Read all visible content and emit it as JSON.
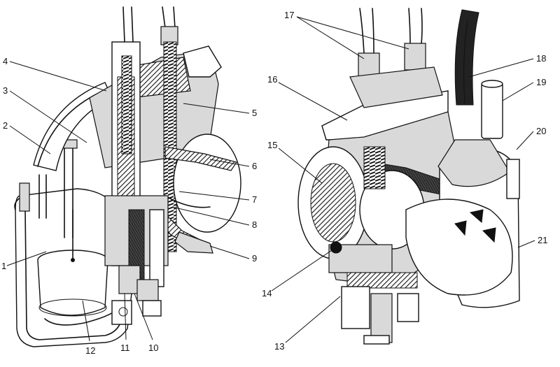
{
  "labels": {
    "l1": "1",
    "l2": "2",
    "l3": "3",
    "l4": "4",
    "l5": "5",
    "l6": "6",
    "l7": "7",
    "l8": "8",
    "l9": "9",
    "l10": "10",
    "l11": "11",
    "l12": "12",
    "l13": "13",
    "l14": "14",
    "l15": "15",
    "l16": "16",
    "l17": "17",
    "l18": "18",
    "l19": "19",
    "l20": "20",
    "l21": "21"
  }
}
